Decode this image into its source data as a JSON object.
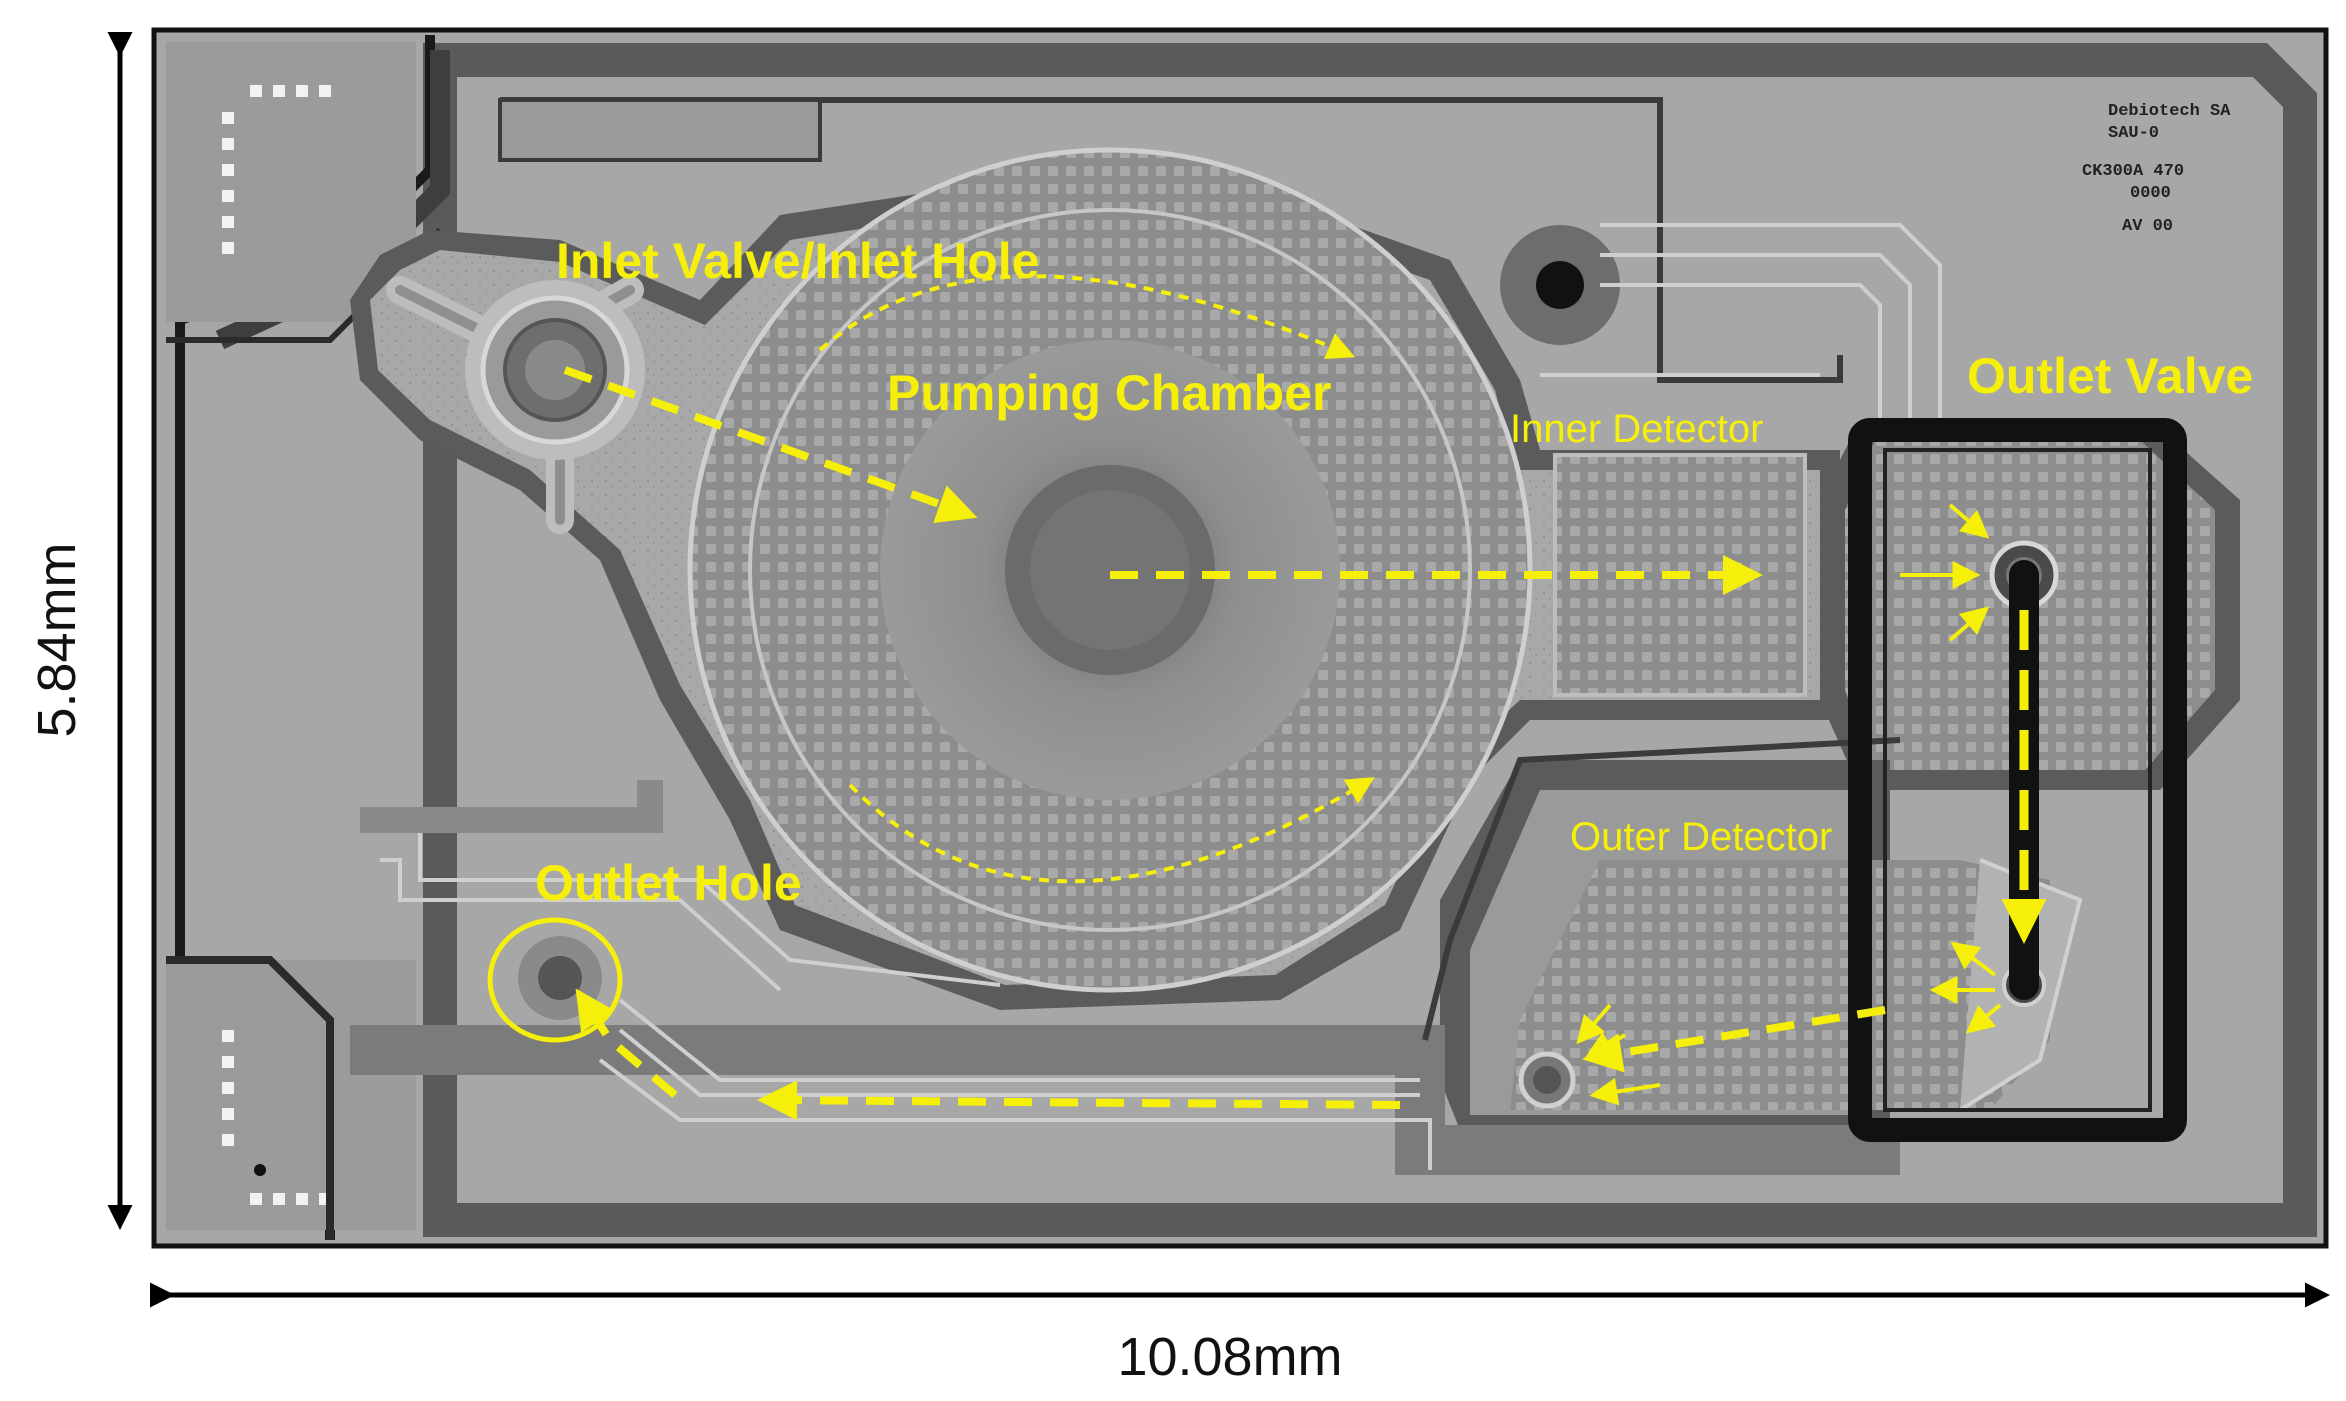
{
  "figure": {
    "labels": {
      "inlet": "Inlet Valve/Inlet Hole",
      "pumping_chamber": "Pumping Chamber",
      "inner_detector": "Inner Detector",
      "outlet_valve": "Outlet Valve",
      "outer_detector": "Outer Detector",
      "outlet_hole": "Outlet Hole"
    },
    "dimensions": {
      "height": "5.84mm",
      "width": "10.08mm"
    },
    "chip_marking": [
      "Debiotech SA",
      "SAU-0",
      "CK300A 470",
      "0000",
      "AV 00"
    ],
    "colors": {
      "annotation": "#f5ef0a",
      "chip_light": "#9e9e9e",
      "chip_dark": "#4a4a4a",
      "outline": "#111111"
    }
  }
}
